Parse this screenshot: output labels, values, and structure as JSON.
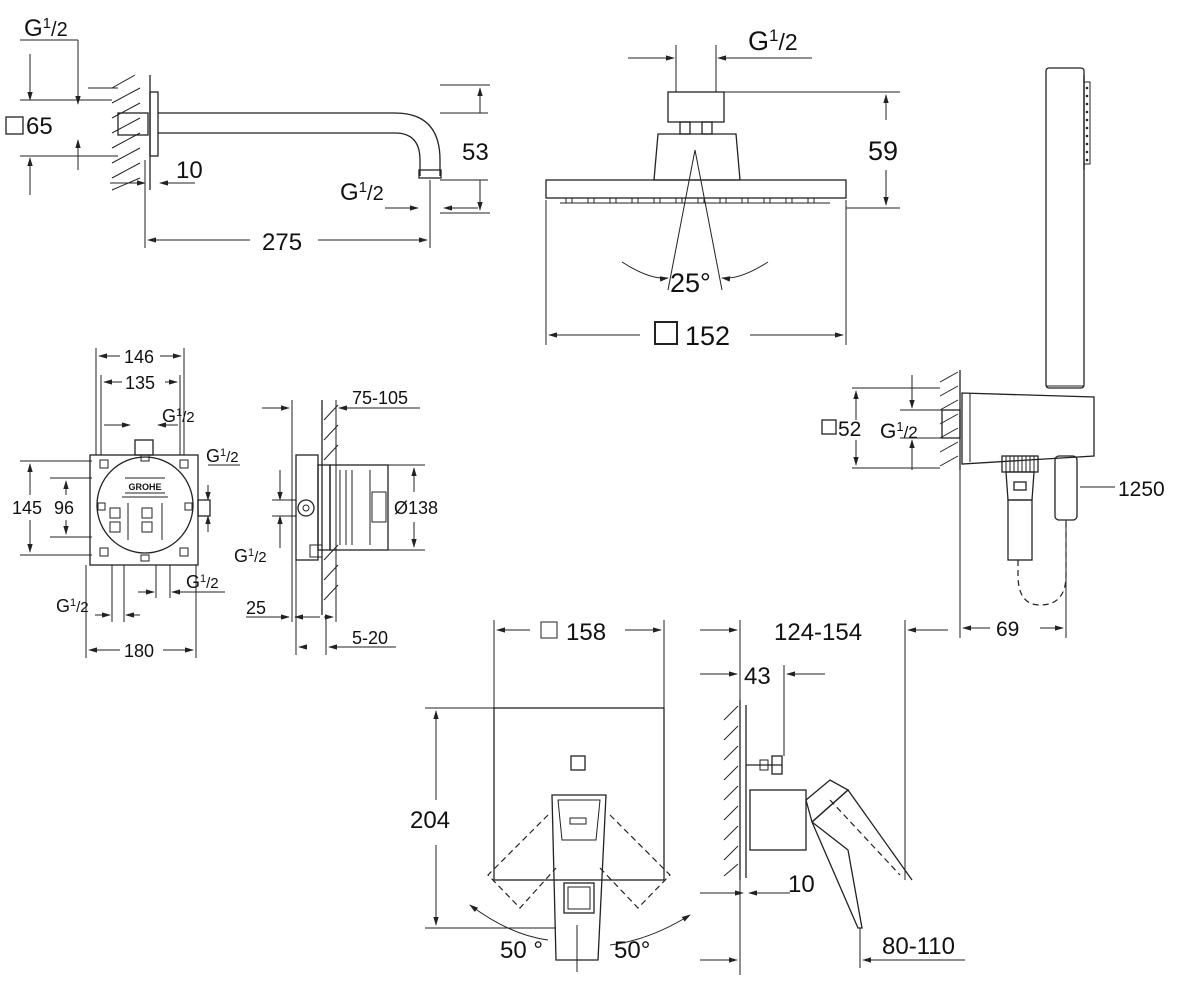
{
  "labels": {
    "arm_thread_top": "G",
    "arm_square": "65",
    "arm_wall_gap": "10",
    "arm_thread_outlet": "G",
    "arm_height": "53",
    "arm_length": "275",
    "head_thread": "G",
    "head_height": "59",
    "head_angle": "25°",
    "head_width": "152",
    "body_w1": "146",
    "body_w2": "135",
    "body_thread_top": "G",
    "body_thread_right": "G",
    "body_h1": "145",
    "body_h2": "96",
    "body_thread_bl": "G",
    "body_thread_br": "G",
    "body_width": "180",
    "body_logo": "GROHE",
    "side_depth": "75-105",
    "side_diam": "Ø138",
    "side_thread": "G",
    "side_d25": "25",
    "side_d520": "5-20",
    "holder_square": "52",
    "holder_thread": "G",
    "holder_hose": "1250",
    "holder_depth": "69",
    "trim_width": "158",
    "trim_height": "204",
    "trim_angle_left": "50 °",
    "trim_angle_right": "50°",
    "valve_depth": "124-154",
    "valve_43": "43",
    "valve_10": "10",
    "valve_80110": "80-110",
    "fraction_num": "1",
    "fraction_den": "/2"
  }
}
